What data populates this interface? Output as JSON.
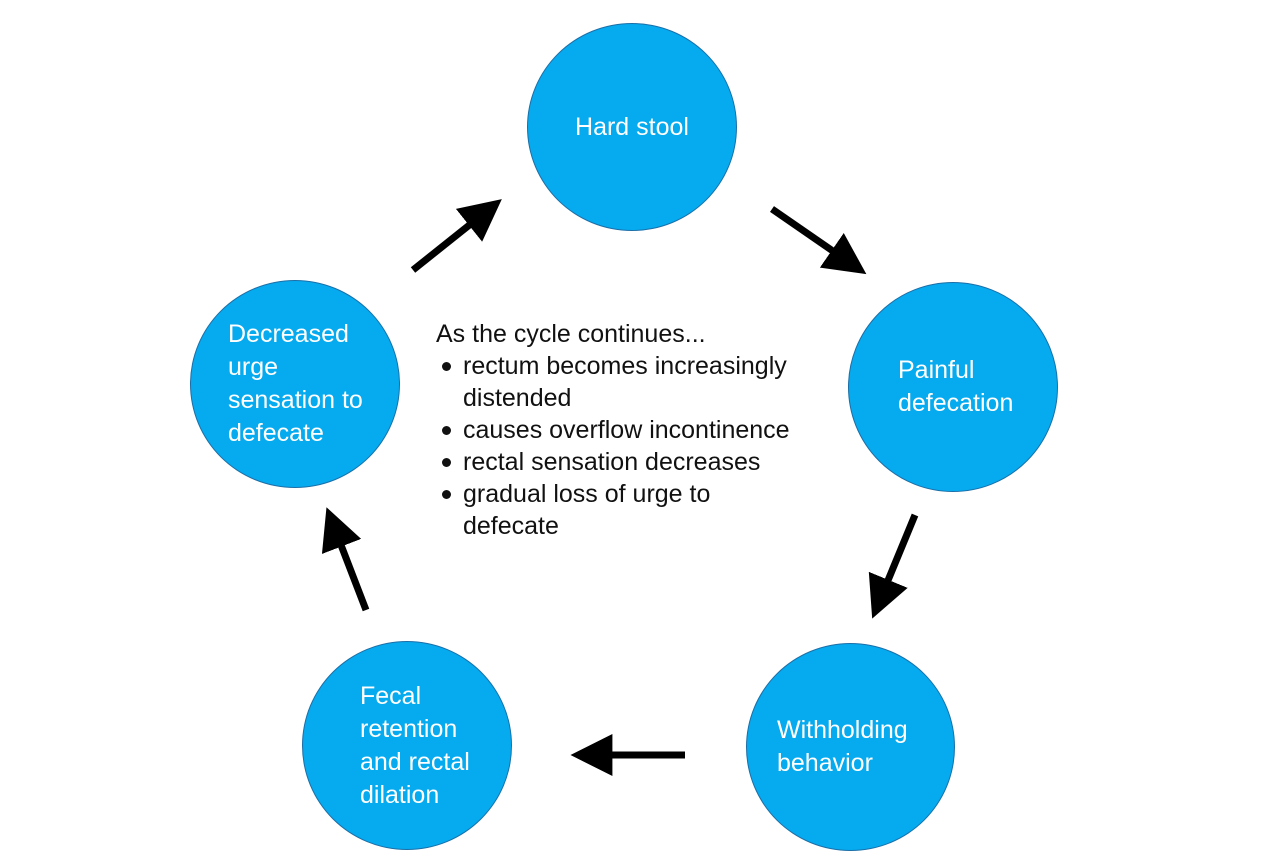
{
  "colors": {
    "node_fill": "#05aaef",
    "node_border": "#1a6fa8",
    "node_text": "#ffffff",
    "arrow": "#000000",
    "text": "#111111"
  },
  "nodes": {
    "hard_stool": "Hard stool",
    "painful_defecation": "Painful\ndefecation",
    "withholding_behavior": "Withholding\nbehavior",
    "fecal_retention": "Fecal\nretention\nand rectal\ndilation",
    "decreased_urge": "Decreased\nurge\nsensation to\ndefecate"
  },
  "center": {
    "heading": "As the cycle continues...",
    "bullets": [
      "rectum becomes increasingly\ndistended",
      "causes overflow incontinence",
      "rectal sensation decreases",
      "gradual loss of urge to\ndefecate"
    ]
  },
  "arrows": [
    {
      "from": "hard_stool",
      "to": "painful_defecation"
    },
    {
      "from": "painful_defecation",
      "to": "withholding_behavior"
    },
    {
      "from": "withholding_behavior",
      "to": "fecal_retention"
    },
    {
      "from": "fecal_retention",
      "to": "decreased_urge"
    },
    {
      "from": "decreased_urge",
      "to": "hard_stool"
    }
  ]
}
